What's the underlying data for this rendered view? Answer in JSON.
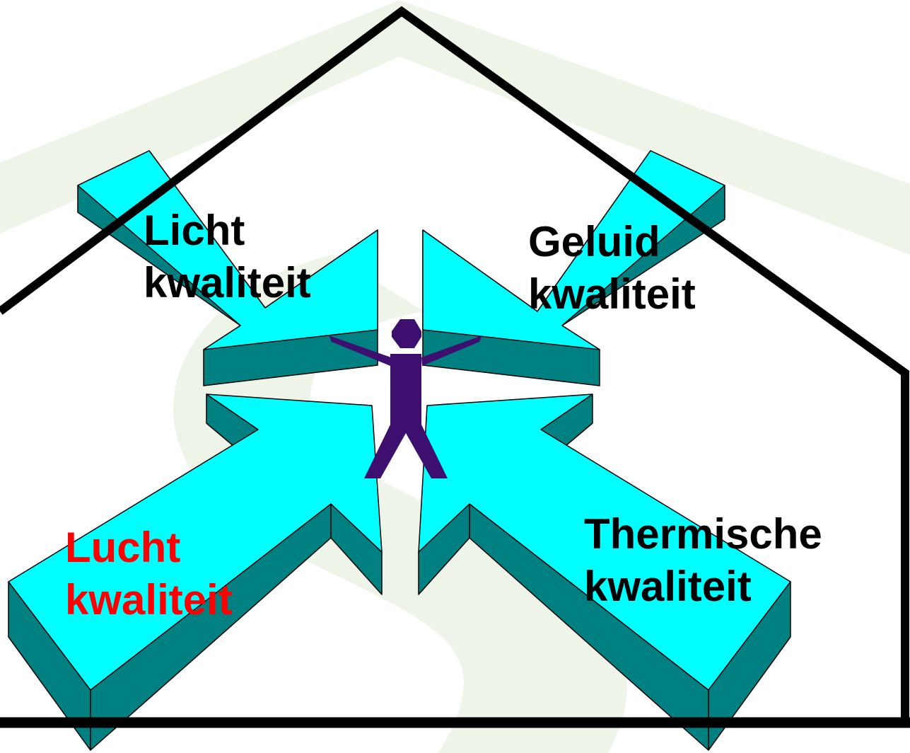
{
  "labels": {
    "licht": {
      "line1": "Licht",
      "line2": "kwaliteit"
    },
    "geluid": {
      "line1": "Geluid",
      "line2": "kwaliteit"
    },
    "lucht": {
      "line1": "Lucht",
      "line2": "kwaliteit"
    },
    "thermisch": {
      "line1": "Thermische",
      "line2": "kwaliteit"
    }
  },
  "colors": {
    "arrow_top": "#00ffff",
    "arrow_side": "#008080",
    "person": "#3d1070",
    "house_outline": "#000000",
    "highlight_text": "#ff0000",
    "watermark": "#eef5e8"
  },
  "icons": {
    "figure": "person-icon",
    "background": "watermark-logo"
  }
}
